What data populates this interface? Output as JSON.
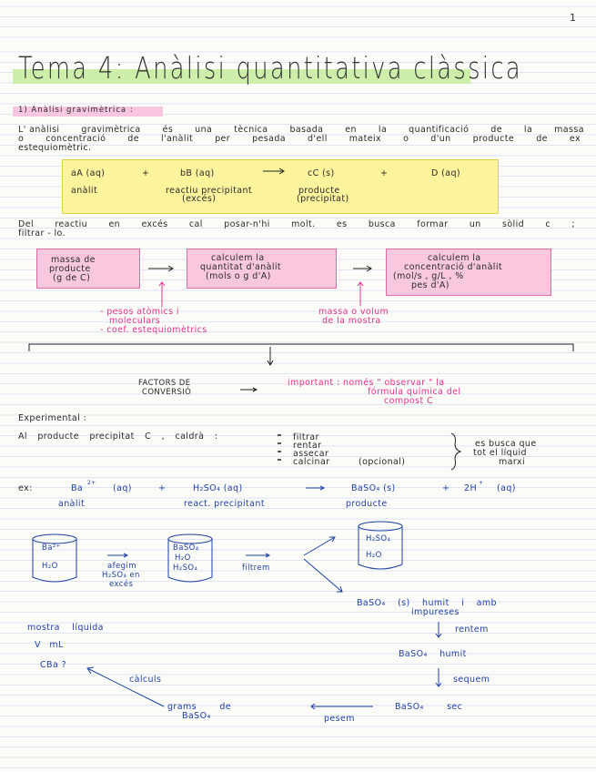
{
  "page_number": "1",
  "title": "Tema 4: Anàlisi quantitativa clàssica",
  "section1": "1) Anàlisi gravimètrica :",
  "intro": {
    "line1_words": [
      "L' anàlisi",
      "gravimètrica",
      "és",
      "una",
      "tècnica",
      "basada",
      "en",
      "la",
      "quantificació",
      "de",
      "la",
      "massa"
    ],
    "line2_words": [
      "o",
      "concentració",
      "de",
      "l'anàlit",
      "per",
      "pesada",
      "d'ell",
      "mateix",
      "o",
      "d'un",
      "producte",
      "de",
      "ex"
    ],
    "line3": "estequiomètric."
  },
  "reaction": {
    "r1": "aA (aq)",
    "plus1": "+",
    "r2": "bB (aq)",
    "p1": "cC (s)",
    "plus2": "+",
    "p2": "D (aq)",
    "label_analit": "anàlit",
    "label_reactiu": "reactiu precipitant",
    "label_exces": "(excés)",
    "label_producte": "producte",
    "label_precipitat": "(precipitat)"
  },
  "excess": {
    "line1_words": [
      "Del",
      "reactiu",
      "en",
      "excés",
      "cal",
      "posar-n'hi",
      "molt.",
      "es",
      "busca",
      "formar",
      "un",
      "sòlid",
      "c",
      ";"
    ],
    "line2": "filtrar - lo."
  },
  "flow": {
    "box1": [
      "massa de",
      "producte",
      "(g de C)"
    ],
    "box2": [
      "calculem la",
      "quantitat d'anàlit",
      "(mols o g d'A)"
    ],
    "box3": [
      "calculem la",
      "concentració d'anàlit",
      "(mol/s , g/L , %",
      "pes d'A)"
    ],
    "note1": [
      "- pesos atòmics i",
      "moleculars",
      "- coef. estequiomètrics"
    ],
    "note2": [
      "massa o volum",
      "de la mostra"
    ]
  },
  "factors": {
    "label": [
      "FACTORS DE",
      "CONVERSIÓ"
    ],
    "important": [
      "important : només \" observar \" la",
      "fórmula química del",
      "compost C"
    ]
  },
  "experimental": {
    "heading": "Experimental :",
    "lead": "Al producte precipitat C , caldrà :",
    "steps": [
      "filtrar",
      "rentar",
      "assecar",
      "calcinar"
    ],
    "optional": "(opcional)",
    "goal": [
      "es busca que",
      "tot el líquid",
      "marxi"
    ]
  },
  "example": {
    "ex": "ex:",
    "r1": "Ba",
    "r1_sup": "2+",
    "r1_state": "(aq)",
    "plus1": "+",
    "r2": "H₂SO₄ (aq)",
    "p1": "BaSO₄ (s)",
    "plus2": "+",
    "p2": "2H",
    "p2_sup": "+",
    "p2_state": "(aq)",
    "label_analit": "anàlit",
    "label_react": "react. precipitant",
    "label_producte": "producte"
  },
  "beakers": {
    "b1": [
      "Ba²⁺",
      "H₂O"
    ],
    "b2": [
      "BaSO₄",
      "H₂O",
      "H₂SO₄"
    ],
    "b3": [
      "H₂SO₄",
      "H₂O"
    ],
    "afegim": [
      "afegim",
      "H₂SO₄ en",
      "excés"
    ],
    "filtrem": "filtrem"
  },
  "process": {
    "wet": "BaSO₄ (s) humit i amb",
    "impureses": "impureses",
    "rentem": "rentem",
    "humit": "BaSO₄ humit",
    "sequem": "sequem",
    "sec": "BaSO₄ sec",
    "pesem": "pesem",
    "grams": [
      "grams de",
      "BaSO₄"
    ],
    "calculs": "càlculs",
    "mostra": [
      "mostra líquida",
      "V mL",
      "CBa ?"
    ]
  }
}
